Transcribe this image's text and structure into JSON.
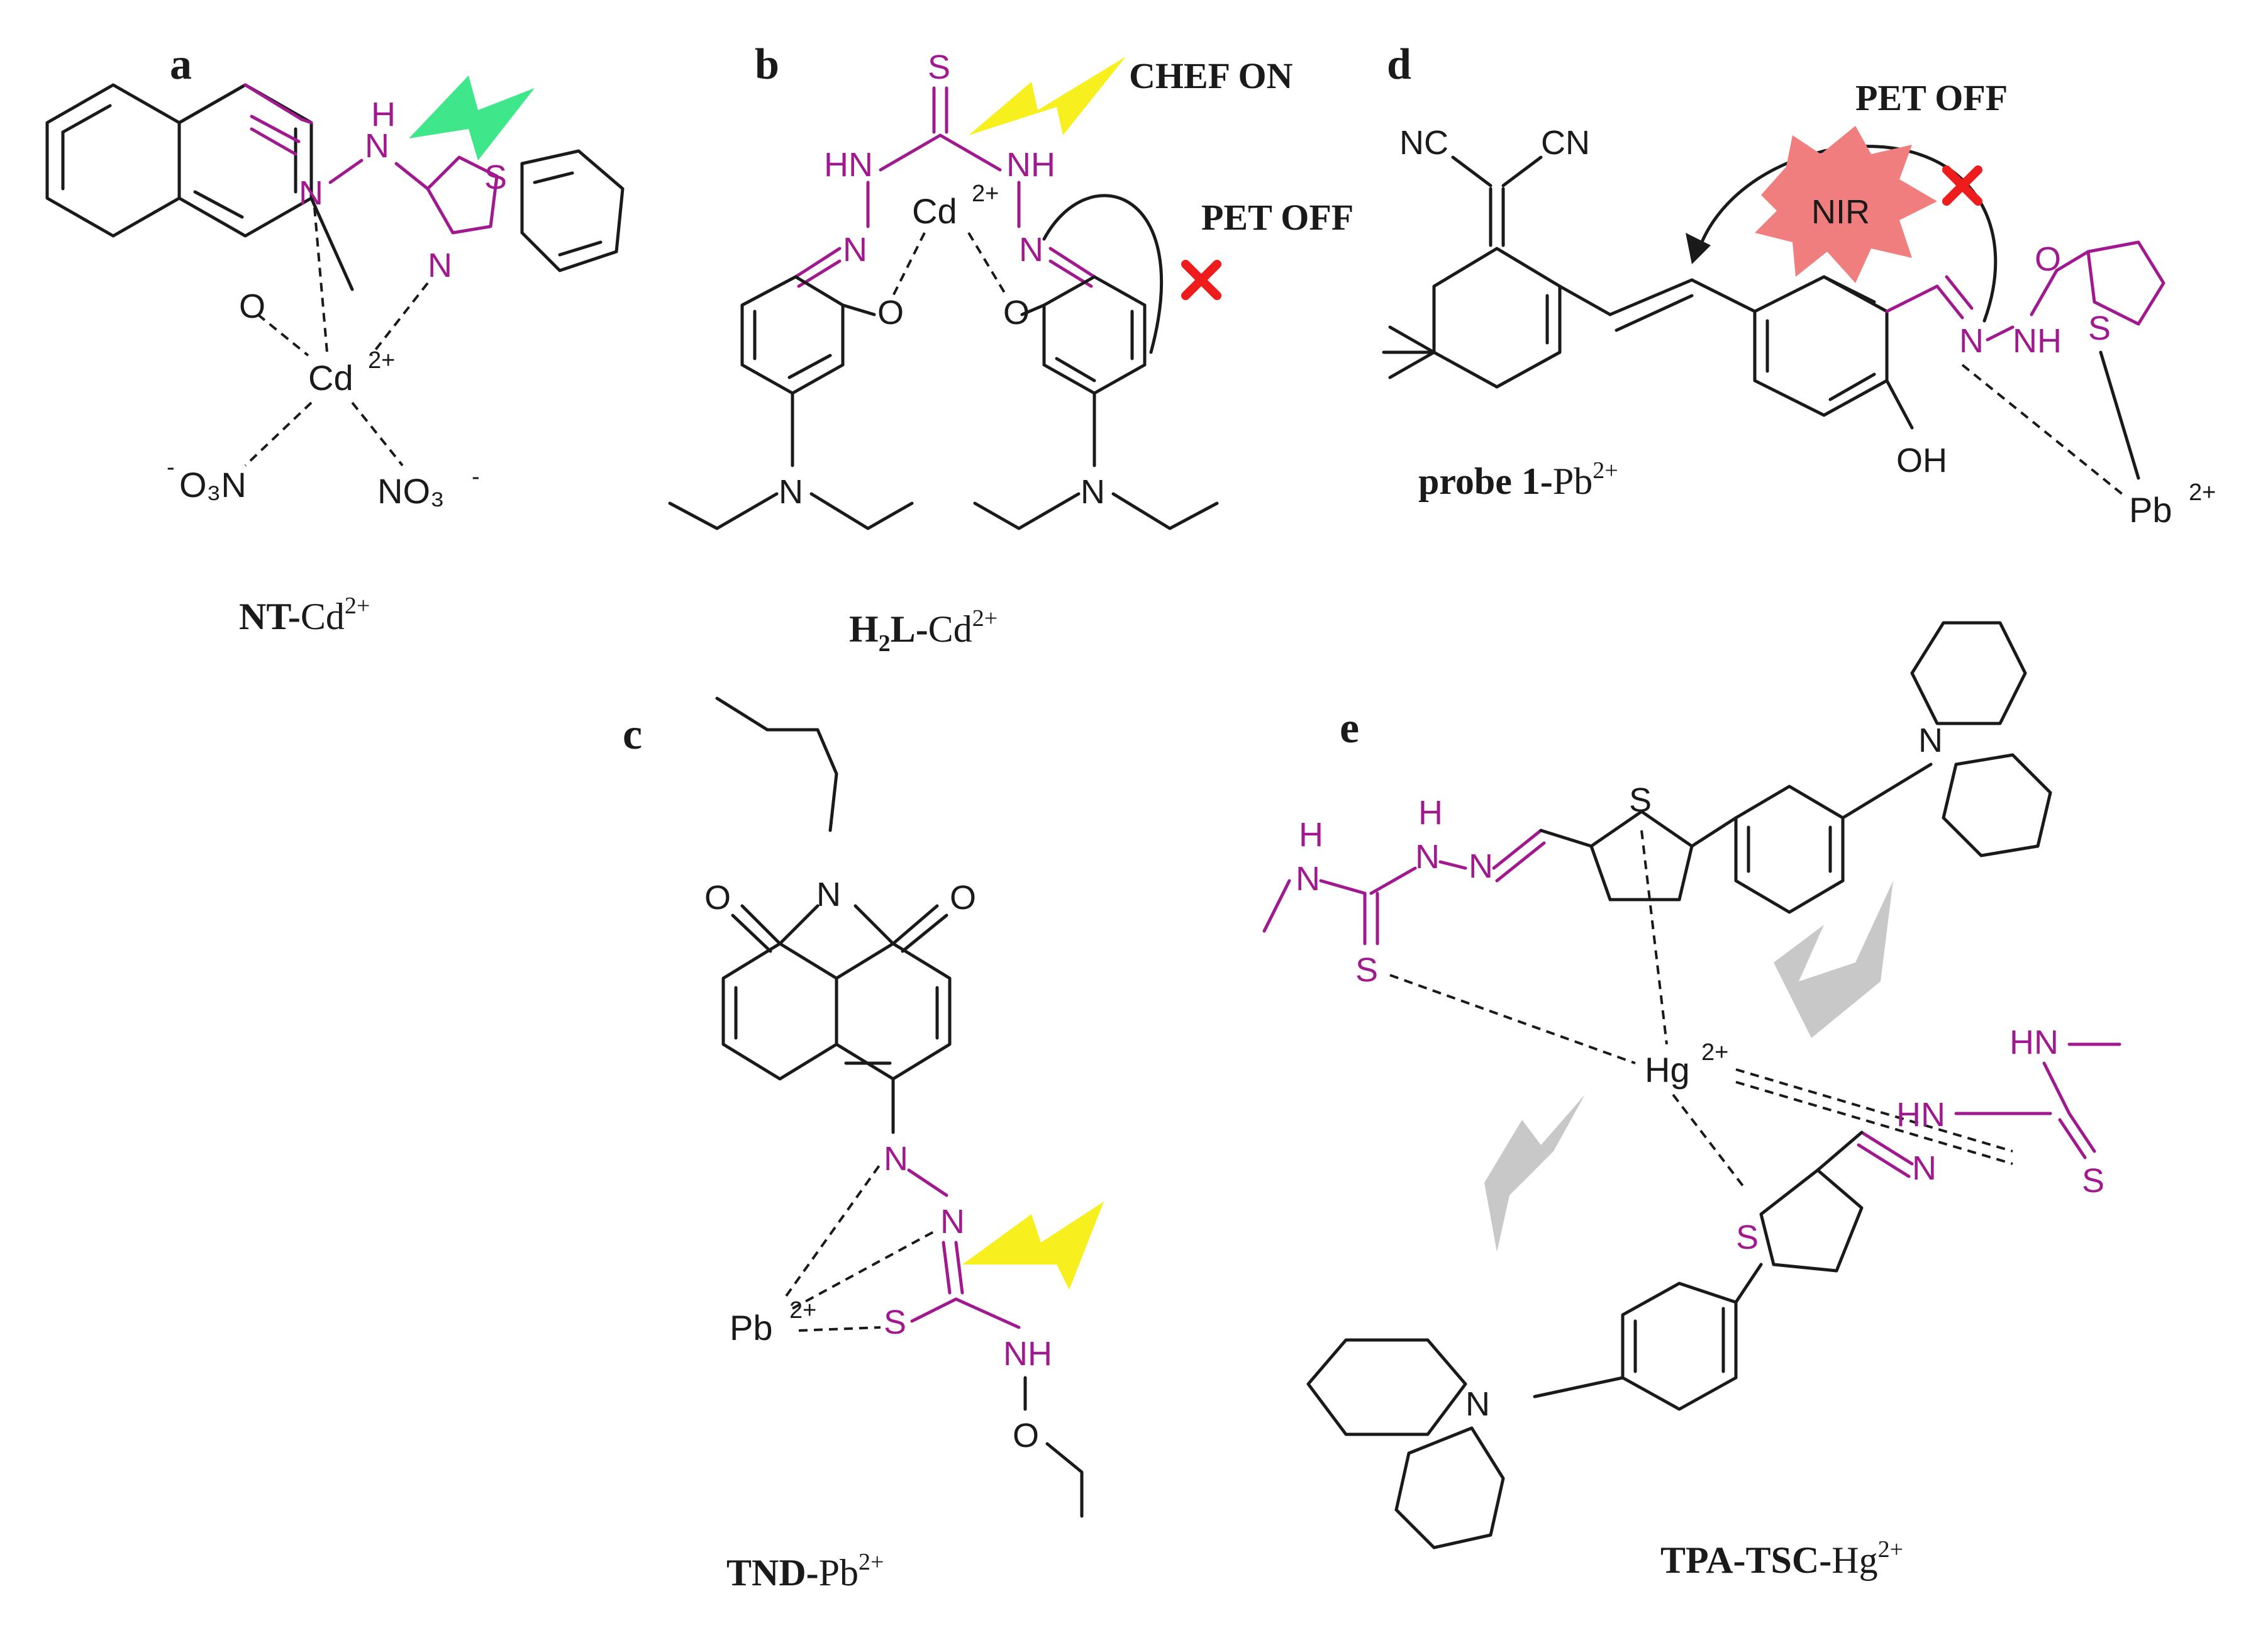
{
  "panels": {
    "a": {
      "letter": "a",
      "caption_bold": "NT-",
      "caption_ion": "Cd",
      "caption_charge": "2+",
      "labels": {
        "nh_h": "H",
        "n1": "N",
        "n2": "N",
        "s": "S",
        "n3": "N",
        "o": "O",
        "metal": "Cd",
        "metal_charge": "2+",
        "nitrate1": "O₃N",
        "nitrate1_prefix": "-",
        "nitrate2": "NO₃",
        "nitrate2_charge": "-"
      },
      "bolt_color": "#3ee88a"
    },
    "b": {
      "letter": "b",
      "caption_bold_main": "H",
      "caption_bold_sub": "2",
      "caption_bold_tail": "L-",
      "caption_ion": "Cd",
      "caption_charge": "2+",
      "labels": {
        "s": "S",
        "hn": "HN",
        "nh": "NH",
        "n1": "N",
        "n2": "N",
        "metal": "Cd",
        "metal_charge": "2+",
        "o1": "O",
        "o2": "O",
        "amine1": "N",
        "amine2": "N"
      },
      "annot_chef": "CHEF ON",
      "annot_pet": "PET OFF",
      "bolt_color": "#f7ef1e"
    },
    "c": {
      "letter": "c",
      "caption_bold": "TND-",
      "caption_ion": "Pb",
      "caption_charge": "2+",
      "labels": {
        "imide_n": "N",
        "o1": "O",
        "o2": "O",
        "n1": "N",
        "n2": "N",
        "metal": "Pb",
        "metal_charge": "2+",
        "s": "S",
        "nh": "NH",
        "o3": "O"
      },
      "bolt_color": "#f7ef1e"
    },
    "d": {
      "letter": "d",
      "caption_bold": "probe 1-",
      "caption_ion": "Pb",
      "caption_charge": "2+",
      "labels": {
        "nc": "NC",
        "cn": "CN",
        "n": "N",
        "nh": "NH",
        "o": "O",
        "s": "S",
        "oh": "OH",
        "metal": "Pb",
        "metal_charge": "2+"
      },
      "annot_pet": "PET OFF",
      "annot_nir": "NIR",
      "burst_color": "#f07e7e"
    },
    "e": {
      "letter": "e",
      "caption_bold": "TPA-TSC-",
      "caption_ion": "Hg",
      "caption_charge": "2+",
      "labels": {
        "h1": "H",
        "n1": "N",
        "hn1": "H",
        "n2": "N",
        "n3": "N",
        "s_thione1": "S",
        "s_ring1": "S",
        "n_tpa1": "N",
        "metal": "Hg",
        "metal_charge": "2+",
        "hn2": "HN",
        "hn3": "HN",
        "s_thione2": "S",
        "n4": "N",
        "s_ring2": "S",
        "n_tpa2": "N"
      },
      "bolt_color": "#c8c8c8"
    }
  },
  "colors": {
    "ligand": "#a0198f",
    "skeleton": "#1a1a1a",
    "cross": "#ee1c1c"
  }
}
